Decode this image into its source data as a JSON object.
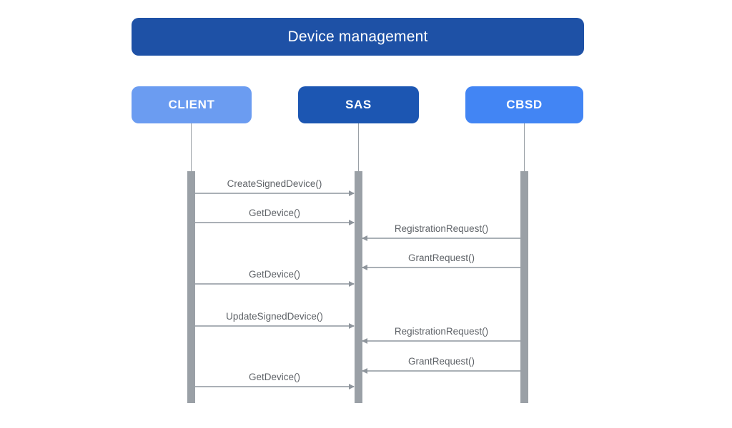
{
  "diagram": {
    "type": "sequence-diagram",
    "title": "Device management",
    "actors": [
      {
        "name": "CLIENT"
      },
      {
        "name": "SAS"
      },
      {
        "name": "CBSD"
      }
    ],
    "messages": [
      {
        "label": "CreateSignedDevice()",
        "from": "CLIENT",
        "to": "SAS"
      },
      {
        "label": "GetDevice()",
        "from": "CLIENT",
        "to": "SAS"
      },
      {
        "label": "RegistrationRequest()",
        "from": "CBSD",
        "to": "SAS"
      },
      {
        "label": "GrantRequest()",
        "from": "CBSD",
        "to": "SAS"
      },
      {
        "label": "GetDevice()",
        "from": "CLIENT",
        "to": "SAS"
      },
      {
        "label": "UpdateSignedDevice()",
        "from": "CLIENT",
        "to": "SAS"
      },
      {
        "label": "RegistrationRequest()",
        "from": "CBSD",
        "to": "SAS"
      },
      {
        "label": "GrantRequest()",
        "from": "CBSD",
        "to": "SAS"
      },
      {
        "label": "GetDevice()",
        "from": "CLIENT",
        "to": "SAS"
      }
    ],
    "colors": {
      "title_bg": "#1E51A6",
      "client_bg": "#6B9CF1",
      "sas_bg": "#1C56B2",
      "cbsd_bg": "#4285F4",
      "text_on_blue": "#FFFFFF",
      "message_text": "#5F6368",
      "arrow_line": "#AAB0B6",
      "arrowhead": "#8E959C",
      "activation_bar": "#9AA0A6",
      "background": "#FFFFFF"
    }
  }
}
